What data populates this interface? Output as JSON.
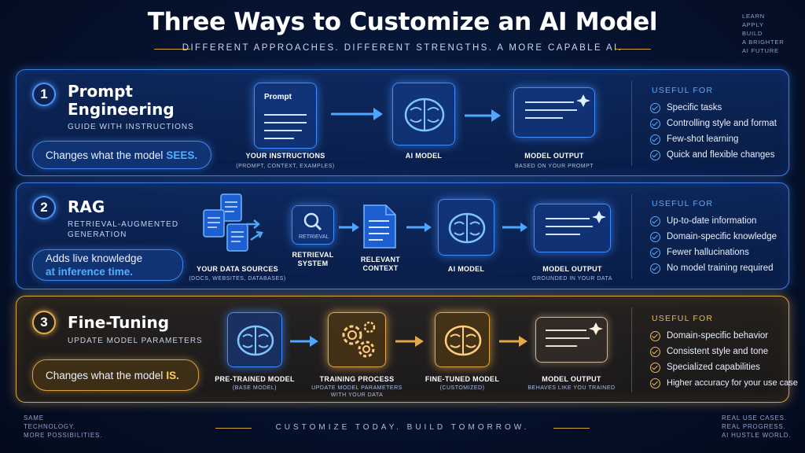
{
  "header": {
    "title": "Three Ways to Customize an AI Model",
    "subtitle": "DIFFERENT APPROACHES. DIFFERENT STRENGTHS. A MORE CAPABLE AI.",
    "corner_right": [
      "LEARN",
      "APPLY",
      "BUILD",
      "A BRIGHTER",
      "AI FUTURE"
    ]
  },
  "panels": [
    {
      "number": "1",
      "title_lines": [
        "Prompt",
        "Engineering"
      ],
      "desc": "GUIDE WITH INSTRUCTIONS",
      "pill_text": "Changes what the model",
      "pill_emph": "SEES.",
      "flow": {
        "doc_label": "Prompt",
        "input_caption": "YOUR INSTRUCTIONS",
        "input_sub": "(PROMPT, CONTEXT, EXAMPLES)",
        "model_caption": "AI MODEL",
        "output_caption": "MODEL OUTPUT",
        "output_sub": "BASED ON YOUR PROMPT"
      },
      "useful_title": "USEFUL FOR",
      "useful": [
        "Specific tasks",
        "Controlling style and format",
        "Few-shot learning",
        "Quick and flexible changes"
      ]
    },
    {
      "number": "2",
      "title_lines": [
        "RAG"
      ],
      "desc_lines": [
        "RETRIEVAL-AUGMENTED",
        "GENERATION"
      ],
      "pill_line1": "Adds live knowledge",
      "pill_line2": "at inference time.",
      "flow": {
        "sources_caption": "YOUR DATA SOURCES",
        "sources_sub": "(DOCS, WEBSITES, DATABASES)",
        "retrieval_label": "RETRIEVAL",
        "retrieval_caption": [
          "RETRIEVAL",
          "SYSTEM"
        ],
        "context_caption": [
          "RELEVANT",
          "CONTEXT"
        ],
        "model_caption": "AI MODEL",
        "output_caption": "MODEL OUTPUT",
        "output_sub": "GROUNDED IN YOUR DATA"
      },
      "useful_title": "USEFUL FOR",
      "useful": [
        "Up-to-date information",
        "Domain-specific knowledge",
        "Fewer hallucinations",
        "No model training required"
      ]
    },
    {
      "number": "3",
      "title_lines": [
        "Fine-Tuning"
      ],
      "desc": "UPDATE MODEL PARAMETERS",
      "pill_text": "Changes what the model",
      "pill_emph": "IS.",
      "flow": {
        "pretrained_caption": "PRE-TRAINED MODEL",
        "pretrained_sub": "(BASE MODEL)",
        "training_caption": "TRAINING PROCESS",
        "training_sub": [
          "UPDATE MODEL PARAMETERS",
          "WITH YOUR DATA"
        ],
        "finetuned_caption": "FINE-TUNED MODEL",
        "finetuned_sub": "(CUSTOMIZED)",
        "output_caption": "MODEL OUTPUT",
        "output_sub": "BEHAVES LIKE YOU TRAINED"
      },
      "useful_title": "USEFUL FOR",
      "useful": [
        "Domain-specific behavior",
        "Consistent style and tone",
        "Specialized capabilities",
        "Higher accuracy for your use case"
      ]
    }
  ],
  "footer": {
    "left": [
      "SAME",
      "TECHNOLOGY.",
      "MORE POSSIBILITIES."
    ],
    "center": "CUSTOMIZE TODAY. BUILD TOMORROW.",
    "right": [
      "REAL USE CASES.",
      "REAL PROGRESS.",
      "AI HUSTLE WORLD."
    ]
  },
  "colors": {
    "blue_accent": "#3f8cff",
    "gold_accent": "#e2a94a",
    "background": "#061431"
  },
  "icons": [
    "document-icon",
    "brain-icon",
    "chat-bubble-icon",
    "sparkle-icon",
    "magnifier-icon",
    "gears-icon",
    "check-icon",
    "arrow-icon"
  ]
}
